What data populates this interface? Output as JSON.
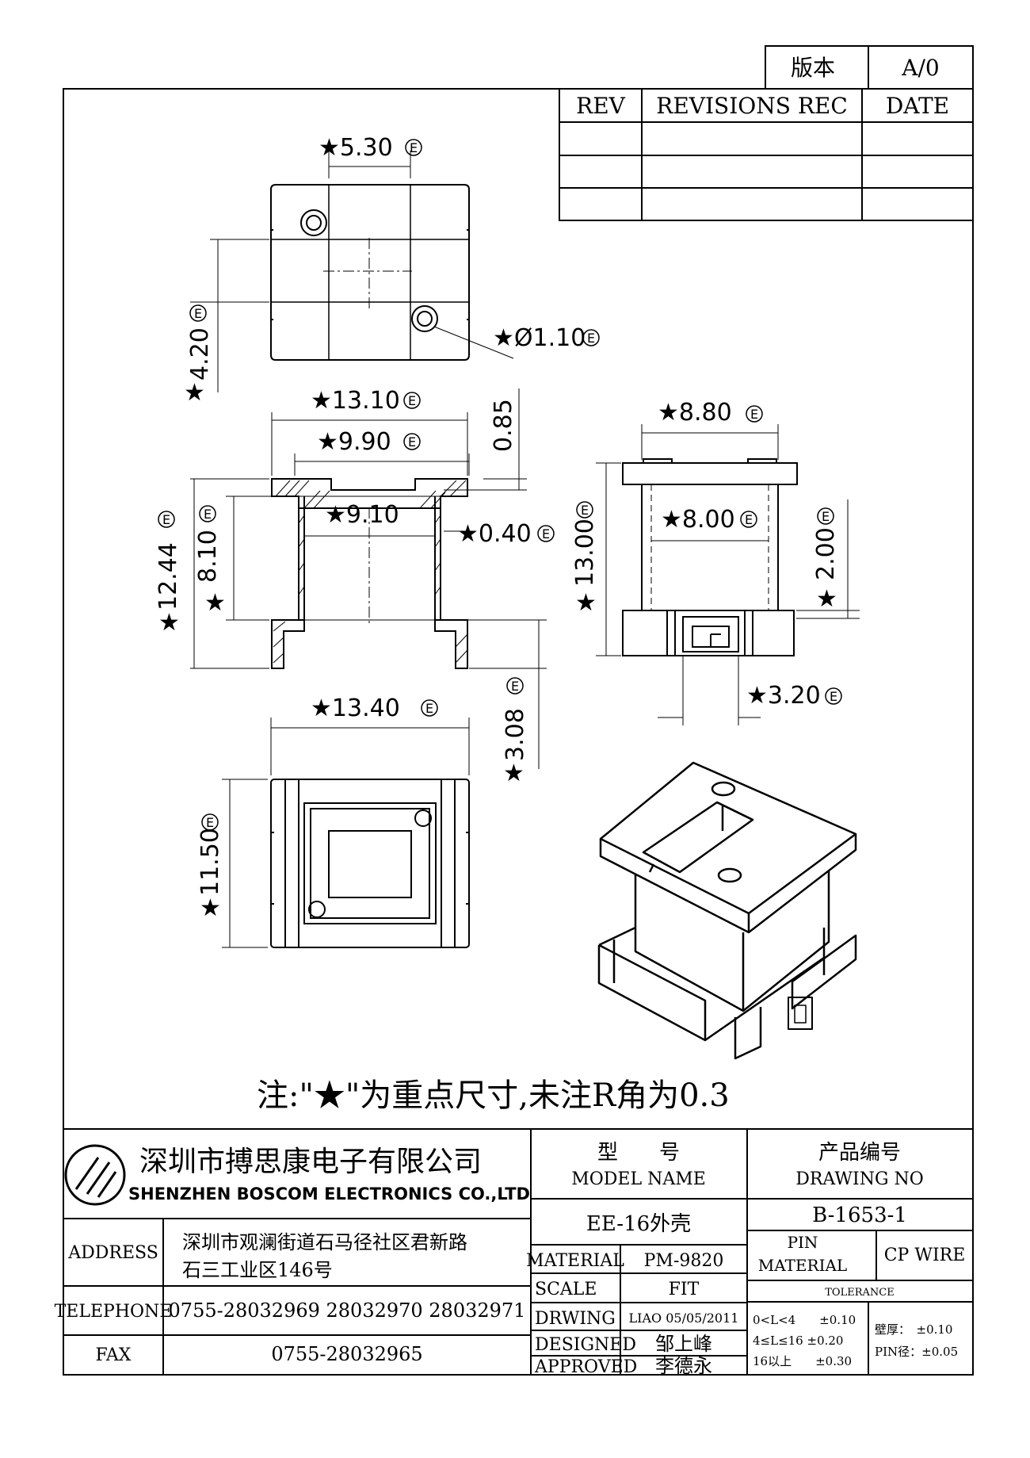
{
  "version_box": {
    "label": "版本",
    "value": "A/0"
  },
  "revision_table": {
    "headers": [
      "REV",
      "REVISIONS REC",
      "DATE"
    ],
    "rows": [
      [
        "",
        "",
        ""
      ],
      [
        "",
        "",
        ""
      ],
      [
        "",
        "",
        ""
      ]
    ]
  },
  "dimensions": {
    "top_width": "★5.30",
    "top_height": "4.20",
    "top_height_star": "★",
    "hole_dia": "★Ø1.10",
    "front_outer_width": "★13.10",
    "front_inner_width": "★9.90",
    "front_bore": "★9.10",
    "front_top_thk": "0.85",
    "front_wall": "★0.40",
    "front_total_h": "12.44",
    "front_total_h_star": "★",
    "front_inner_h": "8.10",
    "front_inner_h_star": "★",
    "front_foot_h": "3.08",
    "front_foot_h_star": "★",
    "side_width": "★8.80",
    "side_inner_width": "★8.00",
    "side_height": "13.00",
    "side_height_star": "★",
    "side_base_h": "2.00",
    "side_base_h_star": "★",
    "side_slot": "★3.20",
    "bottom_width": "★13.40",
    "bottom_height": "11.50",
    "bottom_height_star": "★",
    "e_mark": "E"
  },
  "note": "注:\"★\"为重点尺寸,未注R角为0.3",
  "title_block": {
    "company_cn": "深圳市搏思康电子有限公司",
    "company_en": "SHENZHEN BOSCOM ELECTRONICS CO.,LTD",
    "address_label": "ADDRESS",
    "address_line1": "深圳市观澜街道石马径社区君新路",
    "address_line2": "石三工业区146号",
    "telephone_label": "TELEPHONE",
    "telephone": "0755-28032969 28032970 28032971",
    "fax_label": "FAX",
    "fax": "0755-28032965",
    "model_label_cn": "型　　号",
    "model_label_en": "MODEL NAME",
    "model_value": "EE-16外壳",
    "drawing_label_cn": "产品编号",
    "drawing_label_en": "DRAWING NO",
    "drawing_value": "B-1653-1",
    "material_label": "MATERIAL",
    "material_value": "PM-9820",
    "scale_label": "SCALE",
    "scale_value": "FIT",
    "drawing_by_label": "DRWING",
    "drawing_by_value": "LIAO 05/05/2011",
    "designed_label": "DESIGNED",
    "designed_value": "邹上峰",
    "approved_label": "APPROVED",
    "approved_value": "李德永",
    "pin_material_label1": "PIN",
    "pin_material_label2": "MATERIAL",
    "pin_material_value": "CP WIRE",
    "tolerance_label": "TOLERANCE",
    "tol_1": "0<L<4　　±0.10",
    "tol_2": "4≤L≤16 ±0.20",
    "tol_3": "16以上　　±0.30",
    "wall_tol": "壁厚：　±0.10",
    "pin_tol": "PIN径：±0.05"
  }
}
